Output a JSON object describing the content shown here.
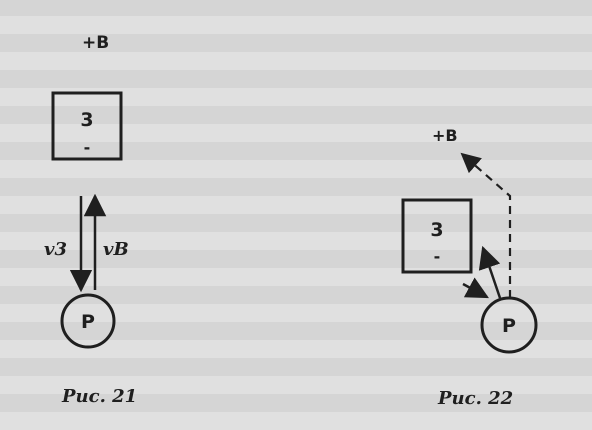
{
  "figure_21": {
    "caption": "Рис. 21",
    "source_label": "+B",
    "box_label": "3",
    "box_sign": "-",
    "circle_label": "P",
    "arrow_left_label": "v3",
    "arrow_right_label": "vB"
  },
  "figure_22": {
    "caption": "Рис. 22",
    "source_label": "+B",
    "box_label": "3",
    "box_sign": "-",
    "circle_label": "P"
  },
  "colors": {
    "ink": "#1f1f1f",
    "paper": "#dcdcdc"
  }
}
